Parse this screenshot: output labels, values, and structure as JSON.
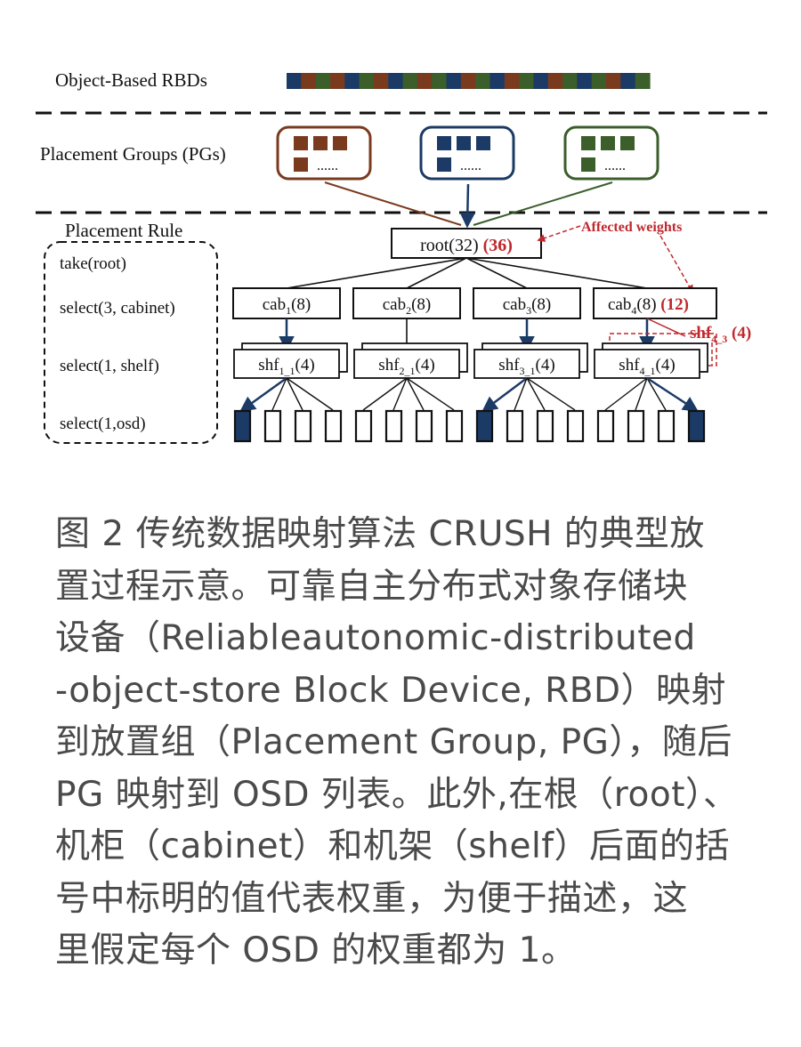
{
  "labels": {
    "rbds": "Object-Based RBDs",
    "pgs": "Placement Groups (PGs)",
    "rule_title": "Placement Rule",
    "affected": "Affected weights"
  },
  "rule_steps": [
    "take(root)",
    "select(3, cabinet)",
    "select(1, shelf)",
    "select(1,osd)"
  ],
  "pg_dots": "......",
  "root": {
    "name": "root",
    "weight": "(32)",
    "new_weight": "(36)"
  },
  "cabinets": [
    {
      "base": "cab",
      "sub": "1",
      "weight": "(8)",
      "new_weight": ""
    },
    {
      "base": "cab",
      "sub": "2",
      "weight": "(8)",
      "new_weight": ""
    },
    {
      "base": "cab",
      "sub": "3",
      "weight": "(8)",
      "new_weight": ""
    },
    {
      "base": "cab",
      "sub": "4",
      "weight": "(8)",
      "new_weight": "(12)"
    }
  ],
  "shelves": [
    {
      "base": "shf",
      "sub": "1_1",
      "weight": "(4)"
    },
    {
      "base": "shf",
      "sub": "2_1",
      "weight": "(4)"
    },
    {
      "base": "shf",
      "sub": "3_1",
      "weight": "(4)"
    },
    {
      "base": "shf",
      "sub": "4_1",
      "weight": "(4)"
    }
  ],
  "new_shelf": {
    "base": "shf",
    "sub": "4_3",
    "weight": "(4)"
  },
  "osd_selected": [
    true,
    false,
    false,
    false,
    false,
    false,
    false,
    false,
    true,
    false,
    false,
    false,
    false,
    false,
    false,
    true
  ],
  "colors": {
    "brown": "#7a3a1e",
    "navy": "#1b3a66",
    "green": "#3b5e2b",
    "red": "#c0282d"
  },
  "caption_lines": [
    "图 2 传统数据映射算法 CRUSH 的典型放",
    "置过程示意。可靠自主分布式对象存储块",
    "设备（Reliableautonomic-distributed",
    "-object-store Block Device, RBD）映射",
    "到放置组（Placement Group, PG），随后",
    "PG 映射到 OSD 列表。此外,在根（root）、",
    "机柜（cabinet）和机架（shelf）后面的括",
    "号中标明的值代表权重，为便于描述，这",
    "里假定每个 OSD 的权重都为 1。"
  ]
}
